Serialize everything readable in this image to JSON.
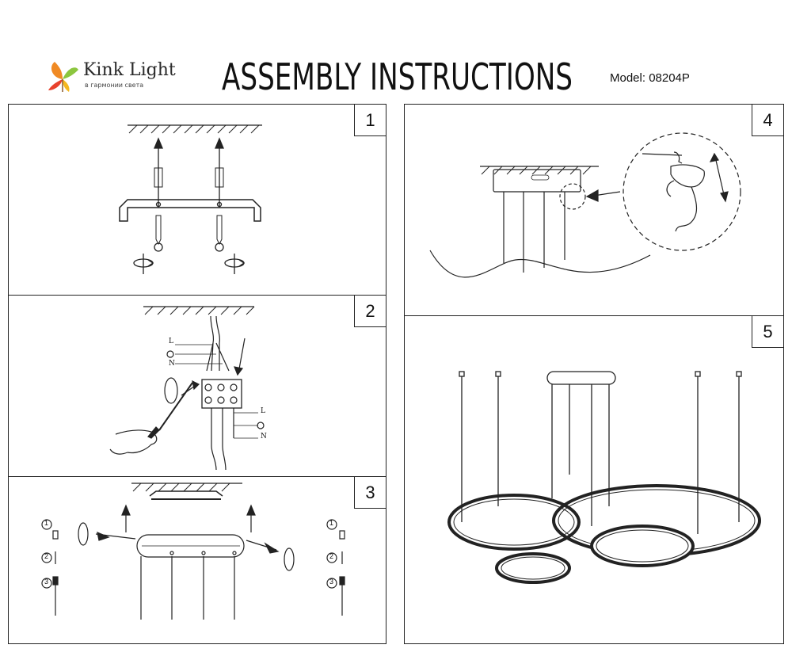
{
  "header": {
    "brand_name": "Kink Light",
    "brand_tagline": "в гармонии света",
    "title": "ASSEMBLY INSTRUCTIONS",
    "model": "Model: 08204P"
  },
  "steps": [
    {
      "number": "1"
    },
    {
      "number": "2",
      "wire_labels": [
        "L",
        "N",
        "L",
        "N"
      ]
    },
    {
      "number": "3",
      "markers": [
        "1",
        "2",
        "3",
        "1",
        "2",
        "3"
      ]
    },
    {
      "number": "4"
    },
    {
      "number": "5"
    }
  ],
  "colors": {
    "line": "#222222",
    "logo_orange": "#f08a24",
    "logo_green": "#8cc63f",
    "logo_red": "#e8412c"
  }
}
